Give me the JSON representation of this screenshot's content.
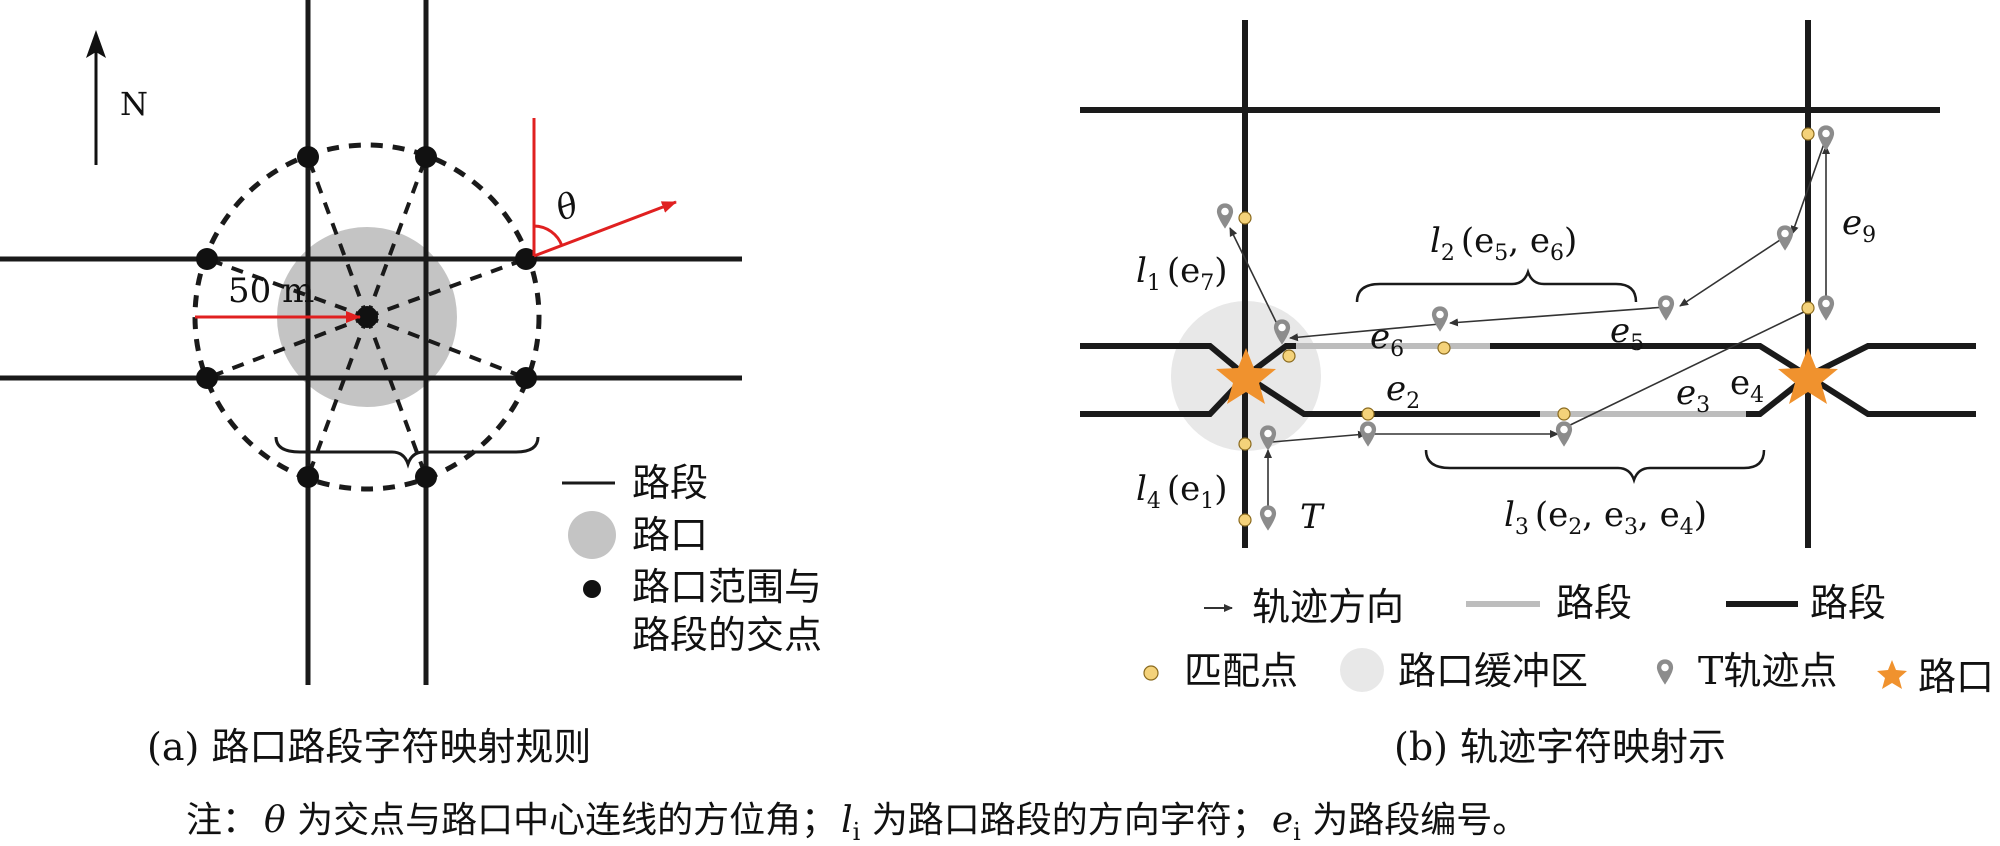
{
  "panel_a": {
    "north_label": "N",
    "radius_label": "50 m",
    "theta_label": "θ",
    "legend": [
      {
        "label": "路段"
      },
      {
        "label": "路口"
      },
      {
        "label_line1": "路口范围与",
        "label_line2": "路段的交点"
      }
    ],
    "caption": "(a) 路口路段字符映射规则"
  },
  "panel_b": {
    "labels": {
      "l1": "l",
      "l1_sub": "1",
      "l1_args": "(e",
      "l1_args_sub": "7",
      "l1_close": ")",
      "l2": "l",
      "l2_sub": "2",
      "l2_args_1": "(e",
      "l2_args_sub1": "5",
      "l2_args_2": ", e",
      "l2_args_sub2": "6",
      "l2_close": ")",
      "l3": "l",
      "l3_sub": "3",
      "l3_args_1": "(e",
      "l3_args_sub1": "2",
      "l3_args_2": ", e",
      "l3_args_sub2": "3",
      "l3_args_3": ", e",
      "l3_args_sub3": "4",
      "l3_close": ")",
      "l4": "l",
      "l4_sub": "4",
      "l4_args": "(e",
      "l4_args_sub": "1",
      "l4_close": ")",
      "e2": "e",
      "e2_sub": "2",
      "e3": "e",
      "e3_sub": "3",
      "e4": "e",
      "e4_sub": "4",
      "e5": "e",
      "e5_sub": "5",
      "e6": "e",
      "e6_sub": "6",
      "e9": "e",
      "e9_sub": "9",
      "T": "T"
    },
    "legend": [
      {
        "label": "轨迹方向"
      },
      {
        "label": "路段"
      },
      {
        "label": "路段"
      },
      {
        "label": "匹配点"
      },
      {
        "label": "路口缓冲区"
      },
      {
        "label": "T轨迹点"
      },
      {
        "label": "路口"
      }
    ],
    "caption": "(b) 轨迹字符映射示"
  },
  "note": {
    "prefix": "注：",
    "theta": "θ",
    "part1": " 为交点与路口中心连线的方位角；",
    "li": "l",
    "li_sub": "i",
    "part2": " 为路口路段的方向字符；",
    "ei": "e",
    "ei_sub": "i",
    "part3": " 为路段编号。"
  },
  "colors": {
    "road_black": "#1a1a1a",
    "road_gray": "#bdbdbd",
    "intersection_gray": "#c4c4c4",
    "buffer_gray": "#e8e8e8",
    "accent_red": "#e02020",
    "star_orange": "#f0922e",
    "match_point": "#f4d27a",
    "track_pin": "#8c8c8c"
  }
}
